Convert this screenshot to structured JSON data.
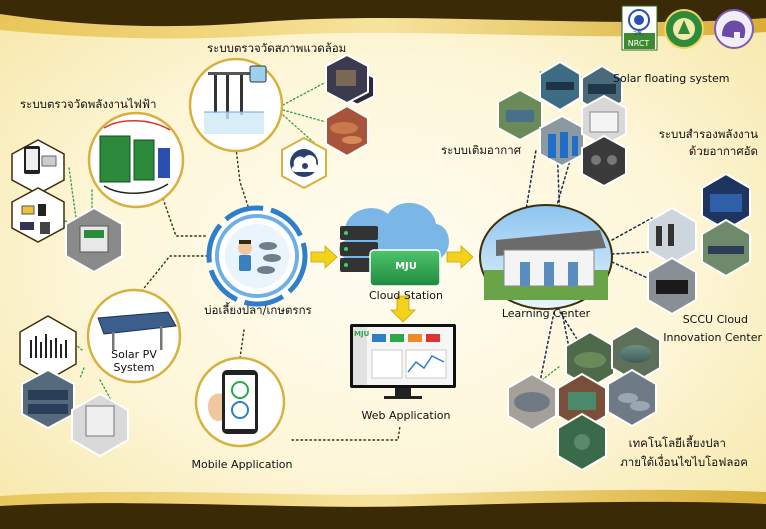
{
  "labels": {
    "env_monitor": "ระบบตรวจวัดสภาพแวดล้อม",
    "power_monitor": "ระบบตรวจวัดพลังงานไฟฟ้า",
    "pond": "บ่อเลี้ยงปลา/เกษตรกร",
    "cloud_station": "Cloud Station",
    "web_app": "Web Application",
    "mobile_app": "Mobile Application",
    "solar_pv_1": "Solar PV",
    "solar_pv_2": "System",
    "learning_center": "Learning Center",
    "solar_floating": "Solar floating system",
    "aeration": "ระบบเติมอากาศ",
    "storage_1": "ระบบสำรองพลังงาน",
    "storage_2": "ด้วยอากาศอัด",
    "cloud_center_1": "SCCU Cloud",
    "cloud_center_2": "Innovation Center",
    "fish_tech_1": "เทคโนโลยีเลี้ยงปลา",
    "fish_tech_2": "ภายใต้เงื่อนไขไบโอฟลอค"
  },
  "logos": {
    "nrct_top": "วช.",
    "nrct_bottom": "NRCT"
  },
  "badges": {
    "server_logo": "MJU",
    "web_logo": "MJU"
  },
  "colors": {
    "gold": "#d8b13c",
    "dark_border": "#3f2f08",
    "arrow": "#f3d21a",
    "connector_green": "#2f9e44",
    "connector_dark": "#1e2b55",
    "pond_ring": "#2f7fc8"
  }
}
